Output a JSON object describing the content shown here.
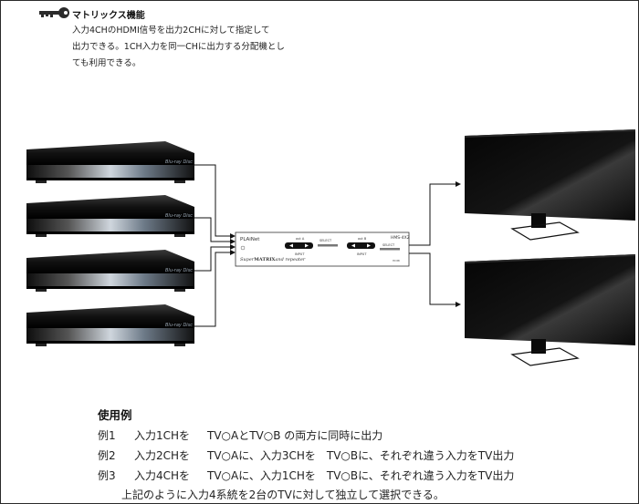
{
  "feature": {
    "icon": "key-icon",
    "title": "マトリックス機能",
    "description_lines": [
      "入力4CHのHDMI信号を出力2CHに対して指定して",
      "出力できる。1CH入力を同一CHに出力する分配機とし",
      "ても利用できる。"
    ]
  },
  "device": {
    "brand": "PLAiNet",
    "model": "HMS-4X2",
    "tagline_pre": "Super",
    "tagline_bold": "MATRIX",
    "tagline_post": "and repeater",
    "out_a": "out A",
    "out_b": "out B",
    "input_label": "INPUT",
    "select_label": "SELECT",
    "hdmi_label": "HDMI"
  },
  "players": {
    "count": 4,
    "logo_text": "Blu-ray Disc"
  },
  "usage": {
    "title": "使用例",
    "examples": [
      {
        "num": "例1",
        "input": "入力1CHを",
        "detail": "TV○AとTV○B の両方に同時に出力"
      },
      {
        "num": "例2",
        "input": "入力2CHを",
        "detail": "TV○Aに、入力3CHを　TV○Bに、それぞれ違う入力をTV出力"
      },
      {
        "num": "例3",
        "input": "入力4CHを",
        "detail": "TV○Aに、入力1CHを　TV○Bに、それぞれ違う入力をTV出力"
      }
    ],
    "summary": "上記のように入力4系統を2台のTVに対して独立して選択できる。"
  }
}
